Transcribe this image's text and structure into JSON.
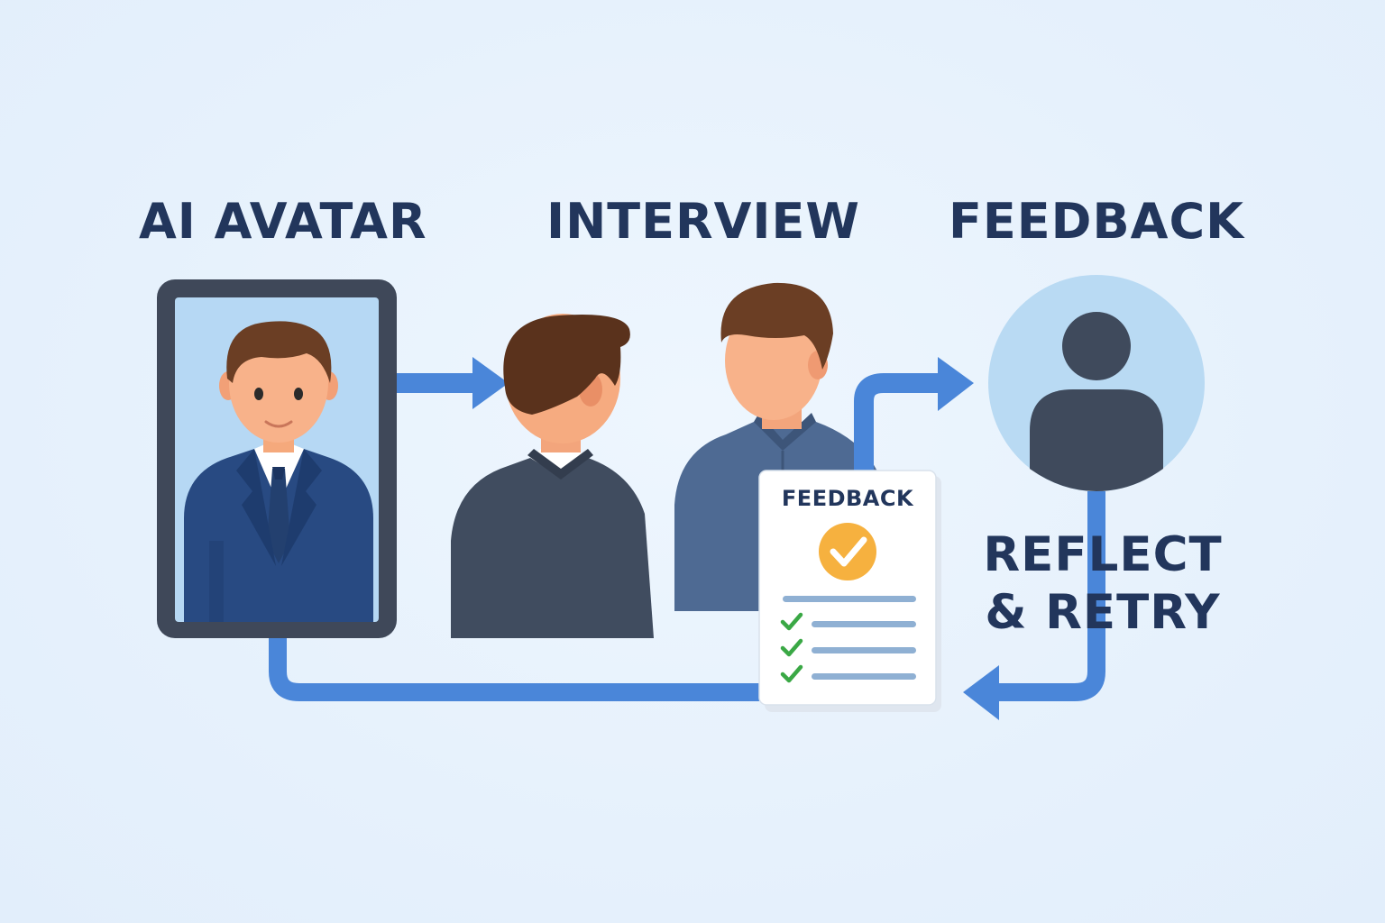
{
  "steps": {
    "ai_avatar": "AI AVATAR",
    "interview": "INTERVIEW",
    "feedback": "FEEDBACK",
    "reflect_retry": "REFLECT & RETRY"
  },
  "feedback_card": {
    "title": "FEEDBACK"
  },
  "icons": [
    "tablet-avatar-icon",
    "interviewer-icon",
    "candidate-icon",
    "user-profile-icon",
    "check-circle-icon",
    "checkmark-icon",
    "flow-arrow-icon"
  ],
  "colors": {
    "background": "#e8f3fd",
    "text": "#22365c",
    "arrow": "#4a86d9",
    "accent_check": "#f6b13f",
    "list_check": "#3aa845",
    "profile_circle": "#b9daf3",
    "profile_figure": "#3f4a5c"
  }
}
